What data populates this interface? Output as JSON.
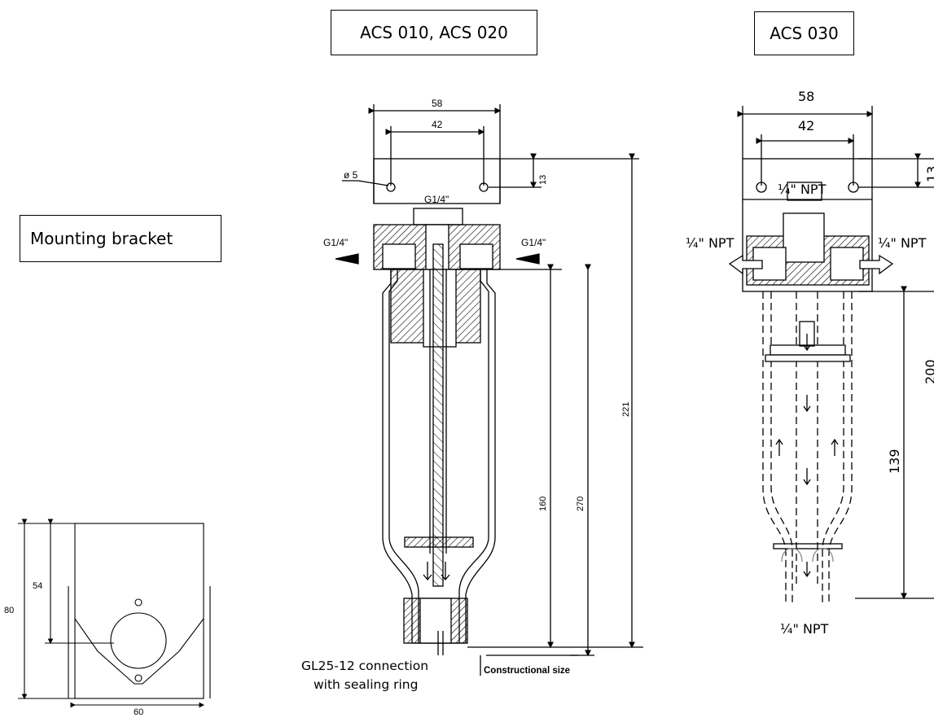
{
  "labels": {
    "acs010_020": "ACS 010, ACS 020",
    "acs030": "ACS 030",
    "mounting_bracket": "Mounting bracket",
    "connection_line1": "GL25-12 connection",
    "connection_line2": "with sealing ring",
    "constructional_size": "Constructional size"
  },
  "left_drawing": {
    "width_outer": "58",
    "width_holes": "42",
    "hole_dia": "ø 5",
    "hole_offset": "13",
    "port_top": "G1/4\"",
    "port_left": "G1/4\"",
    "port_right": "G1/4\"",
    "len_bowl": "160",
    "len_total": "270",
    "len_height": "221"
  },
  "right_drawing": {
    "width_outer": "58",
    "width_holes": "42",
    "hole_offset": "13",
    "port_top": "¼\" NPT",
    "port_left": "¼\" NPT",
    "port_right": "¼\" NPT",
    "port_bottom": "¼\" NPT",
    "len_200": "200",
    "len_139": "139"
  },
  "bracket": {
    "height": "80",
    "hole_height": "54",
    "width": "60"
  }
}
